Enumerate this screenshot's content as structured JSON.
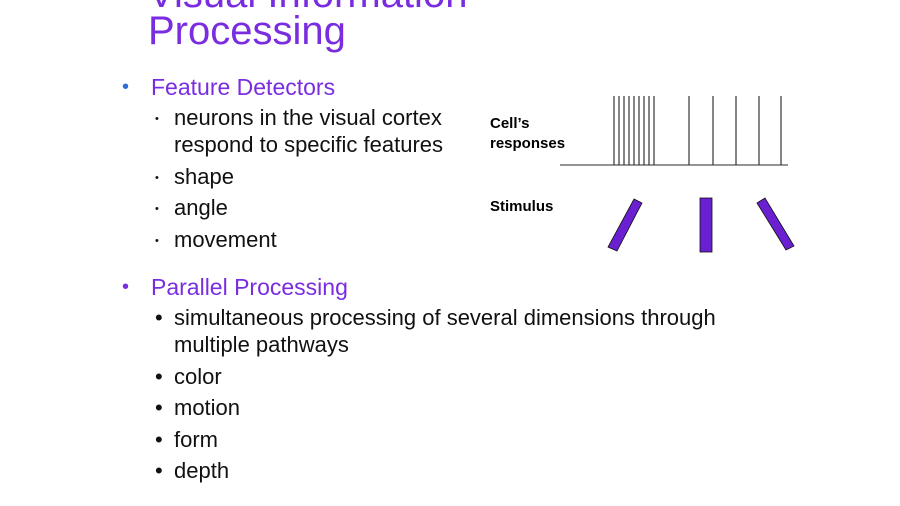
{
  "slide": {
    "title_partial": "Visual Information",
    "title": "Processing",
    "sections": [
      {
        "heading": "Feature Detectors",
        "bullet_color": "#2e6fd6",
        "items": [
          "neurons in the visual cortex respond to specific features",
          "shape",
          "angle",
          "movement"
        ]
      },
      {
        "heading": "Parallel Processing",
        "bullet_color": "#7a2de0",
        "items": [
          "simultaneous processing of several dimensions through multiple pathways",
          "color",
          "motion",
          "form",
          "depth"
        ]
      }
    ]
  },
  "diagram": {
    "response_label": "Cell’s responses",
    "response_label_line1": "Cell’s",
    "response_label_line2": "responses",
    "stimulus_label": "Stimulus",
    "stimulus_color": "#6a1fd0"
  },
  "bullets": {
    "level1": "•",
    "level2": "•"
  }
}
